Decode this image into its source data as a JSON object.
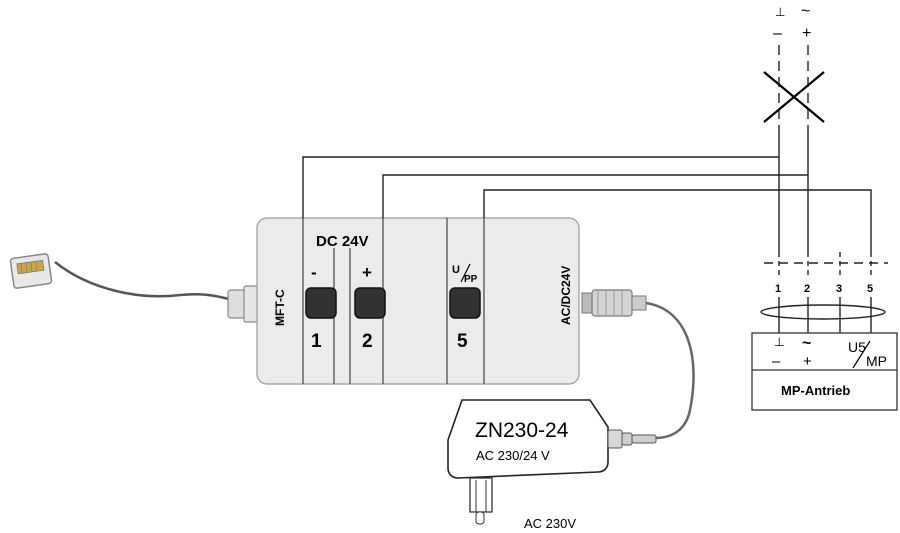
{
  "top_symbols": {
    "ground": "⊥",
    "ac": "~",
    "minus": "–",
    "plus": "+"
  },
  "module": {
    "dc_label": "DC 24V",
    "mft_label": "MFT-C",
    "acdc_label": "AC/DC24V",
    "terminals": [
      {
        "sign": "-",
        "number": "1"
      },
      {
        "sign": "+",
        "number": "2"
      },
      {
        "sign_u": "U",
        "sign_pp": "PP",
        "number": "5"
      }
    ]
  },
  "actuator": {
    "name": "MP-Antrieb",
    "pins": [
      "1",
      "2",
      "3",
      "5"
    ],
    "symbols": {
      "ground": "⊥",
      "ac": "~",
      "minus": "–",
      "plus": "+",
      "u5": "U5",
      "mp": "MP"
    }
  },
  "adapter": {
    "model": "ZN230-24",
    "rating": "AC 230/24 V",
    "supply": "AC 230V"
  }
}
